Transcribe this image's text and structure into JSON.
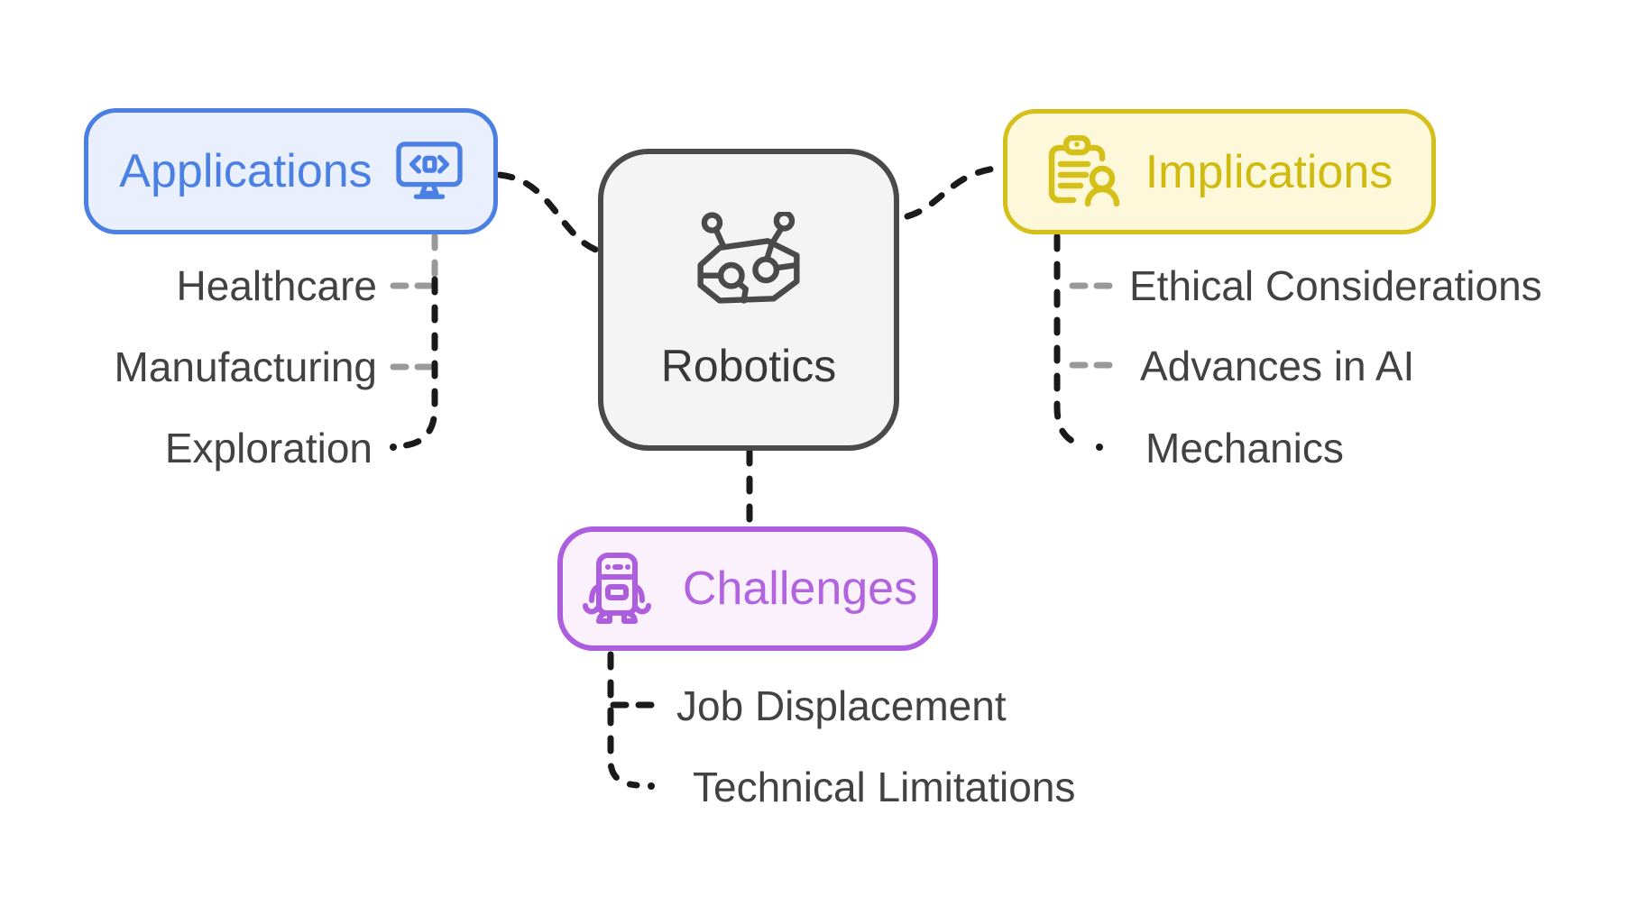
{
  "mindmap": {
    "root_label": "Robotics",
    "branches": [
      {
        "label": "Applications",
        "children": [
          "Healthcare",
          "Manufacturing",
          "Exploration"
        ]
      },
      {
        "label": "Implications",
        "children": [
          "Ethical Considerations",
          "Advances in AI",
          "Mechanics"
        ]
      },
      {
        "label": "Challenges",
        "children": [
          "Job Displacement",
          "Technical Limitations"
        ]
      }
    ]
  },
  "icons": {
    "root": "robot-head-icon",
    "applications": "monitor-code-icon",
    "implications": "clipboard-person-icon",
    "challenges": "robot-icon"
  },
  "colors": {
    "applications_accent": "#4a80e4",
    "applications_bg": "#e9effd",
    "implications_accent": "#d4c019",
    "implications_bg": "#fcf8d9",
    "challenges_accent": "#ad5ede",
    "challenges_bg": "#fbf1fd",
    "root_border": "#4a4a4a",
    "root_bg": "#f4f4f4",
    "leaf_text": "#424242",
    "edge_dark": "#1a1a1a",
    "edge_gray": "#999999"
  }
}
